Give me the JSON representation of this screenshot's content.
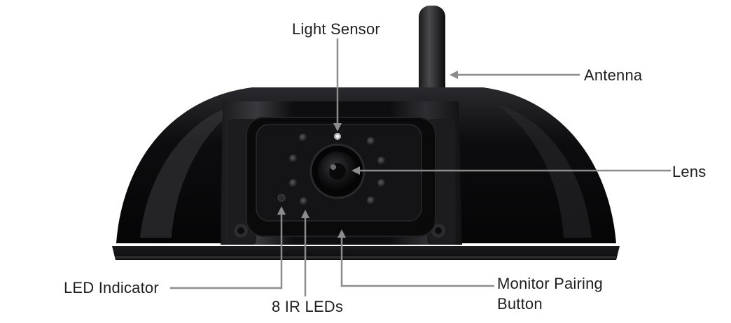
{
  "callouts": {
    "light_sensor": "Light Sensor",
    "antenna": "Antenna",
    "lens": "Lens",
    "led_indicator": "LED Indicator",
    "ir_leds": "8 IR LEDs",
    "monitor_pairing_line1": "Monitor Pairing",
    "monitor_pairing_line2": "Button"
  },
  "colors": {
    "camera_body": "#0b0b0c",
    "housing_highlight": "#3a3a3e",
    "leader_line": "#8c8c8c",
    "label_text": "#1e1e1e"
  }
}
